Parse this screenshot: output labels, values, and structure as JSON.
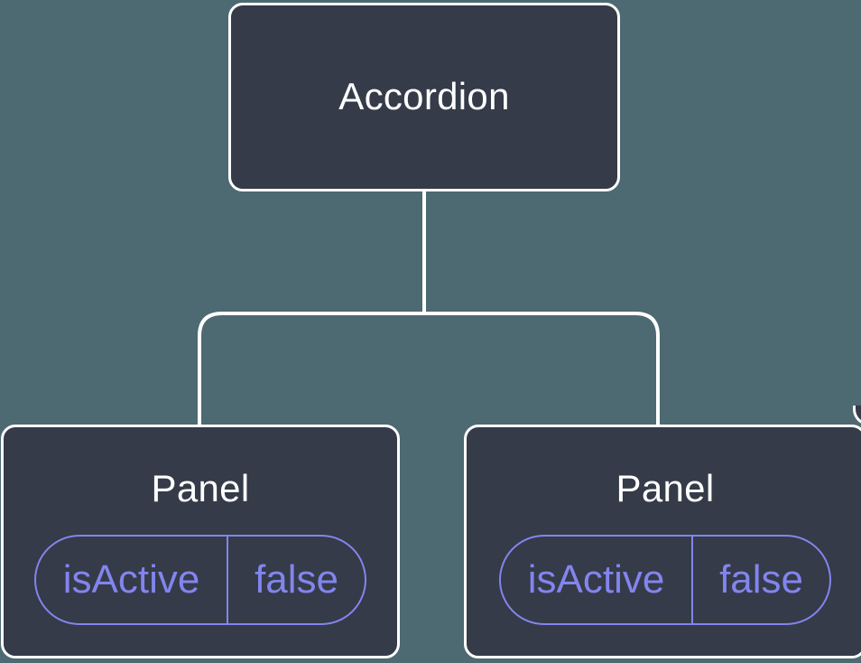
{
  "tree": {
    "root": {
      "label": "Accordion"
    },
    "children": [
      {
        "label": "Panel",
        "state": {
          "name": "isActive",
          "value": "false"
        }
      },
      {
        "label": "Panel",
        "state": {
          "name": "isActive",
          "value": "false"
        }
      }
    ]
  },
  "colors": {
    "background": "#4D6972",
    "node_fill": "#353B48",
    "node_border": "#FFFFFF",
    "connector": "#FFFFFF",
    "title_text": "#FFFFFF",
    "state_accent": "#8285EE"
  }
}
